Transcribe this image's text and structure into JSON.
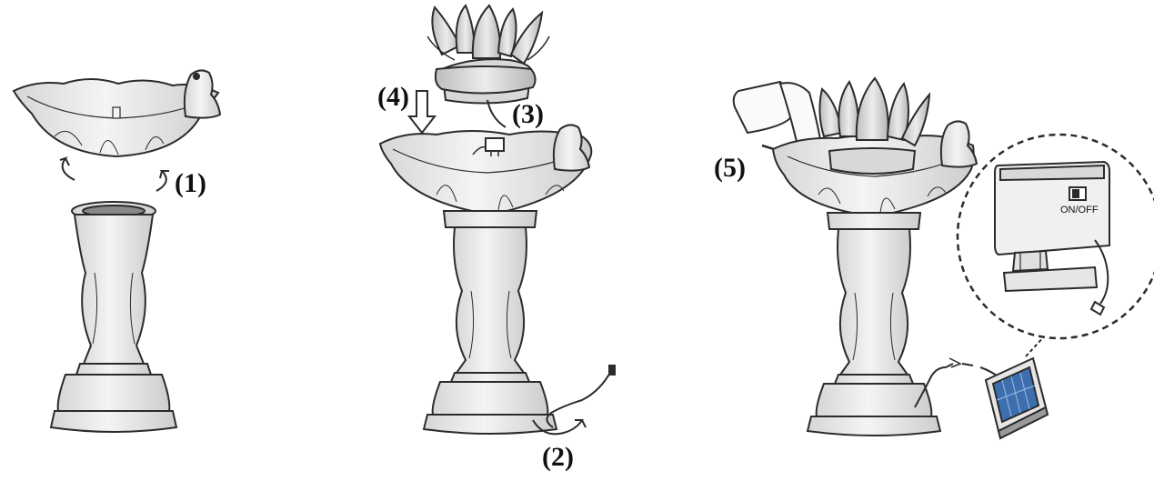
{
  "steps": {
    "step1": "(1)",
    "step2": "(2)",
    "step3": "(3)",
    "step4": "(4)",
    "step5": "(5)"
  },
  "detail": {
    "switch_label": "ON/OFF"
  },
  "colors": {
    "ink": "#2b2b2b",
    "stone": "#e9e9e9",
    "stone_shade": "#cfcfcf",
    "panel": "#3d6fb0"
  }
}
